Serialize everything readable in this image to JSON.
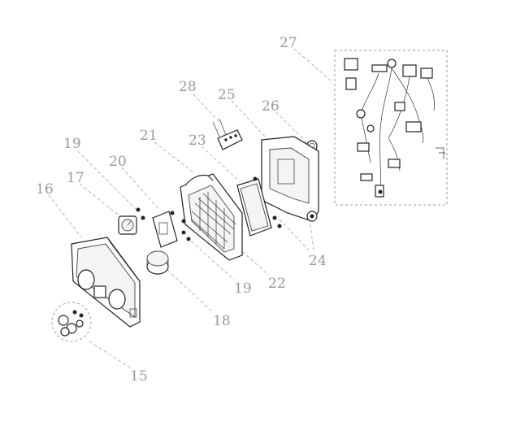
{
  "diagram": {
    "callouts": [
      {
        "id": "c27",
        "label": "27"
      },
      {
        "id": "c28",
        "label": "28"
      },
      {
        "id": "c25",
        "label": "25"
      },
      {
        "id": "c26",
        "label": "26"
      },
      {
        "id": "c21",
        "label": "21"
      },
      {
        "id": "c23",
        "label": "23"
      },
      {
        "id": "c19a",
        "label": "19"
      },
      {
        "id": "c20",
        "label": "20"
      },
      {
        "id": "c17",
        "label": "17"
      },
      {
        "id": "c16",
        "label": "16"
      },
      {
        "id": "c24",
        "label": "24"
      },
      {
        "id": "c19b",
        "label": "19"
      },
      {
        "id": "c22",
        "label": "22"
      },
      {
        "id": "c18",
        "label": "18"
      },
      {
        "id": "c15",
        "label": "15"
      }
    ]
  }
}
